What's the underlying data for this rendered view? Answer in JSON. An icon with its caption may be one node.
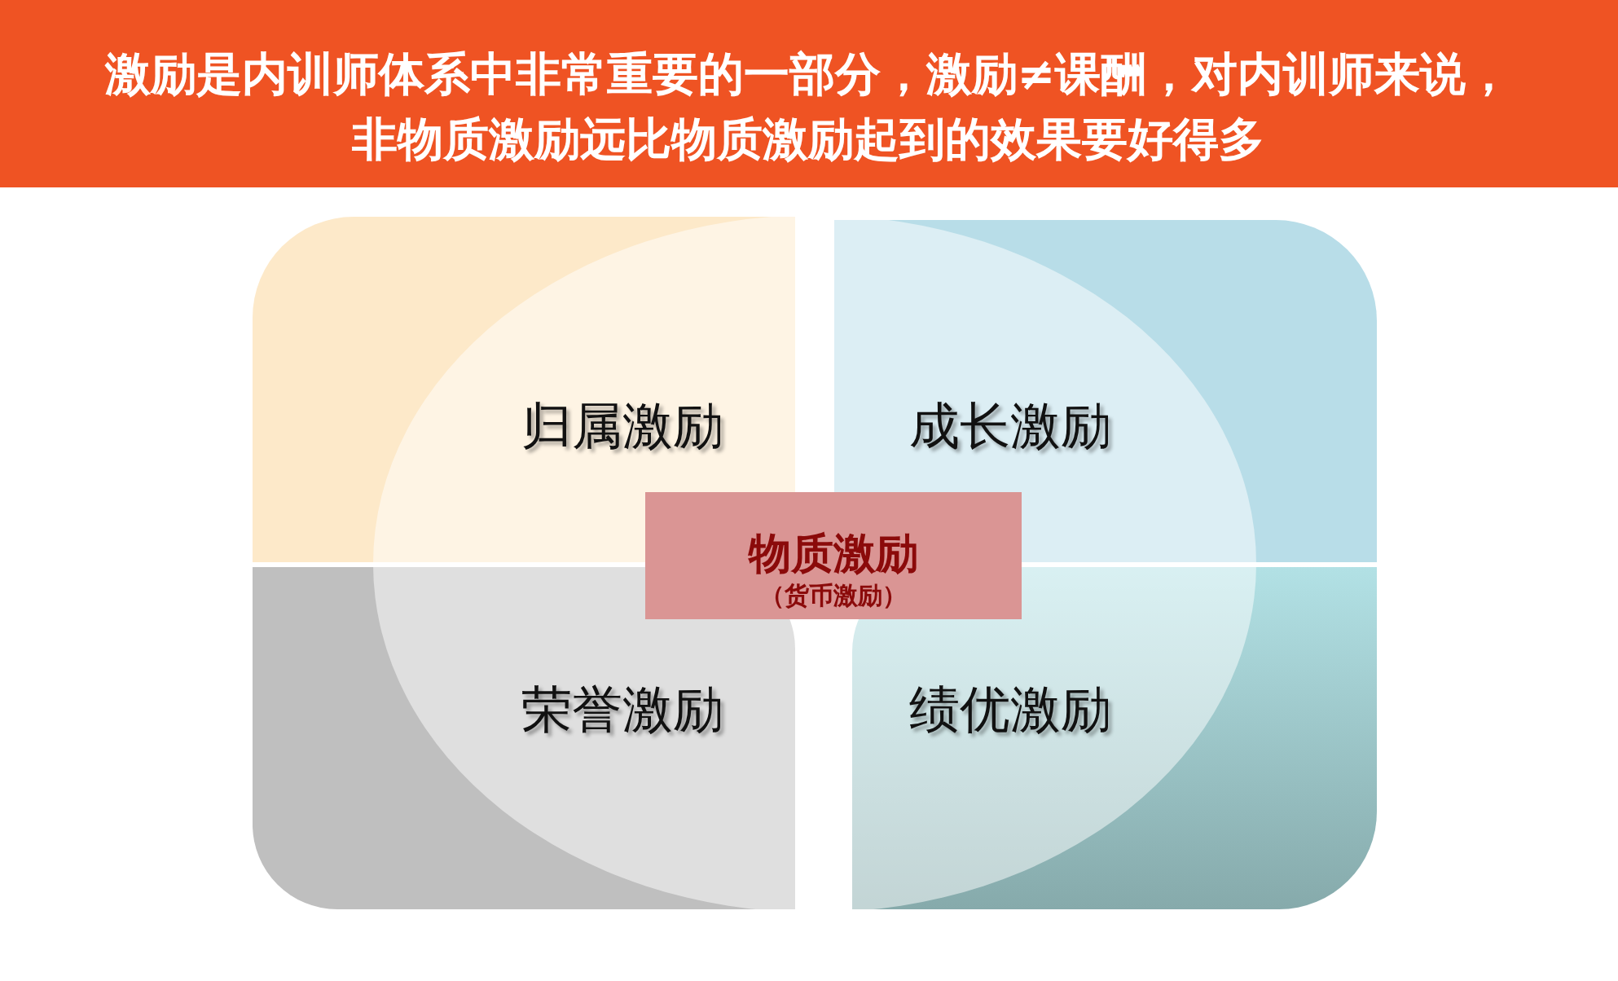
{
  "diagram": {
    "title": "激励是内训师体系中非常重要的一部分，激励≠课酬，对内训师来说，非物质激励远比物质激励起到的效果要好得多",
    "nodes": [
      {
        "text": [
          "归属激励"
        ]
      },
      {
        "text": [
          "成长激励"
        ]
      },
      {
        "text": [
          "物质激励",
          "（货币激励）"
        ]
      },
      {
        "text": [
          "荣誉激励"
        ]
      },
      {
        "text": [
          "绩优激励"
        ]
      }
    ]
  }
}
